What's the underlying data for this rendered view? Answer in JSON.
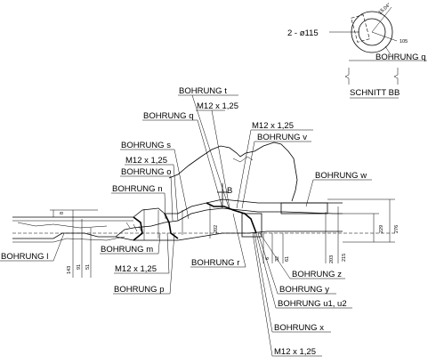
{
  "labels": {
    "bohrung_t": "BOHRUNG t",
    "m12_a": "M12 x 1,25",
    "bohrung_q": "BOHRUNG q",
    "m12_b": "M12 x 1,25",
    "bohrung_v": "BOHRUNG v",
    "bohrung_s": "BOHRUNG s",
    "m12_c": "M12 x 1,25",
    "bohrung_o": "BOHRUNG o",
    "bohrung_n": "BOHRUNG n",
    "bohrung_w": "BOHRUNG w",
    "b_marker": "B",
    "bohrung_l": "BOHRUNG l",
    "bohrung_m": "BOHRUNG m",
    "m12_d": "M12 x 1,25",
    "bohrung_p": "BOHRUNG p",
    "bohrung_r": "BOHRUNG r",
    "bohrung_z": "BOHRUNG z",
    "bohrung_y": "BOHRUNG y",
    "bohrung_u": "BOHRUNG u1, u2",
    "bohrung_x": "BOHRUNG x",
    "m12_e": "M12 x 1,25"
  },
  "section": {
    "holes": "2 - ø115",
    "angle": "15,04°",
    "dim": "105",
    "bohrung_q": "BOHRUNG q",
    "title": "SCHNITT BB"
  },
  "dimensions": {
    "d8": "8",
    "d143": "143",
    "d91": "91",
    "d51": "51",
    "d202": "202",
    "d6": "6",
    "d32": "32",
    "d61": "61",
    "d203": "203",
    "d215": "215",
    "d229": "229",
    "d276": "276"
  }
}
